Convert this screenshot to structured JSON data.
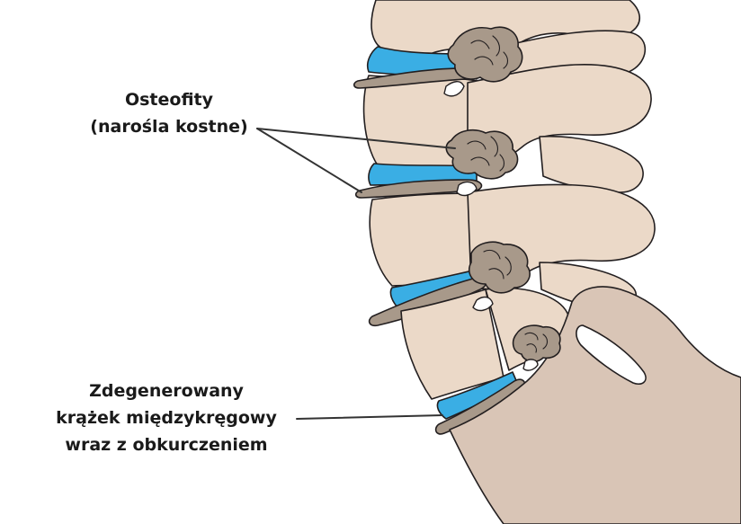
{
  "labels": {
    "osteophytes": {
      "line1": "Osteofity",
      "line2": "(narośla kostne)"
    },
    "disc": {
      "line1": "Zdegenerowany",
      "line2": "krążek międzykręgowy",
      "line3": "wraz z obkurczeniem"
    }
  },
  "colors": {
    "bone": "#ebd9c8",
    "sacrum": "#d9c5b6",
    "disc": "#3aaee4",
    "osteophyte": "#a8998a",
    "outline": "#231f20",
    "pointer": "#333333"
  }
}
